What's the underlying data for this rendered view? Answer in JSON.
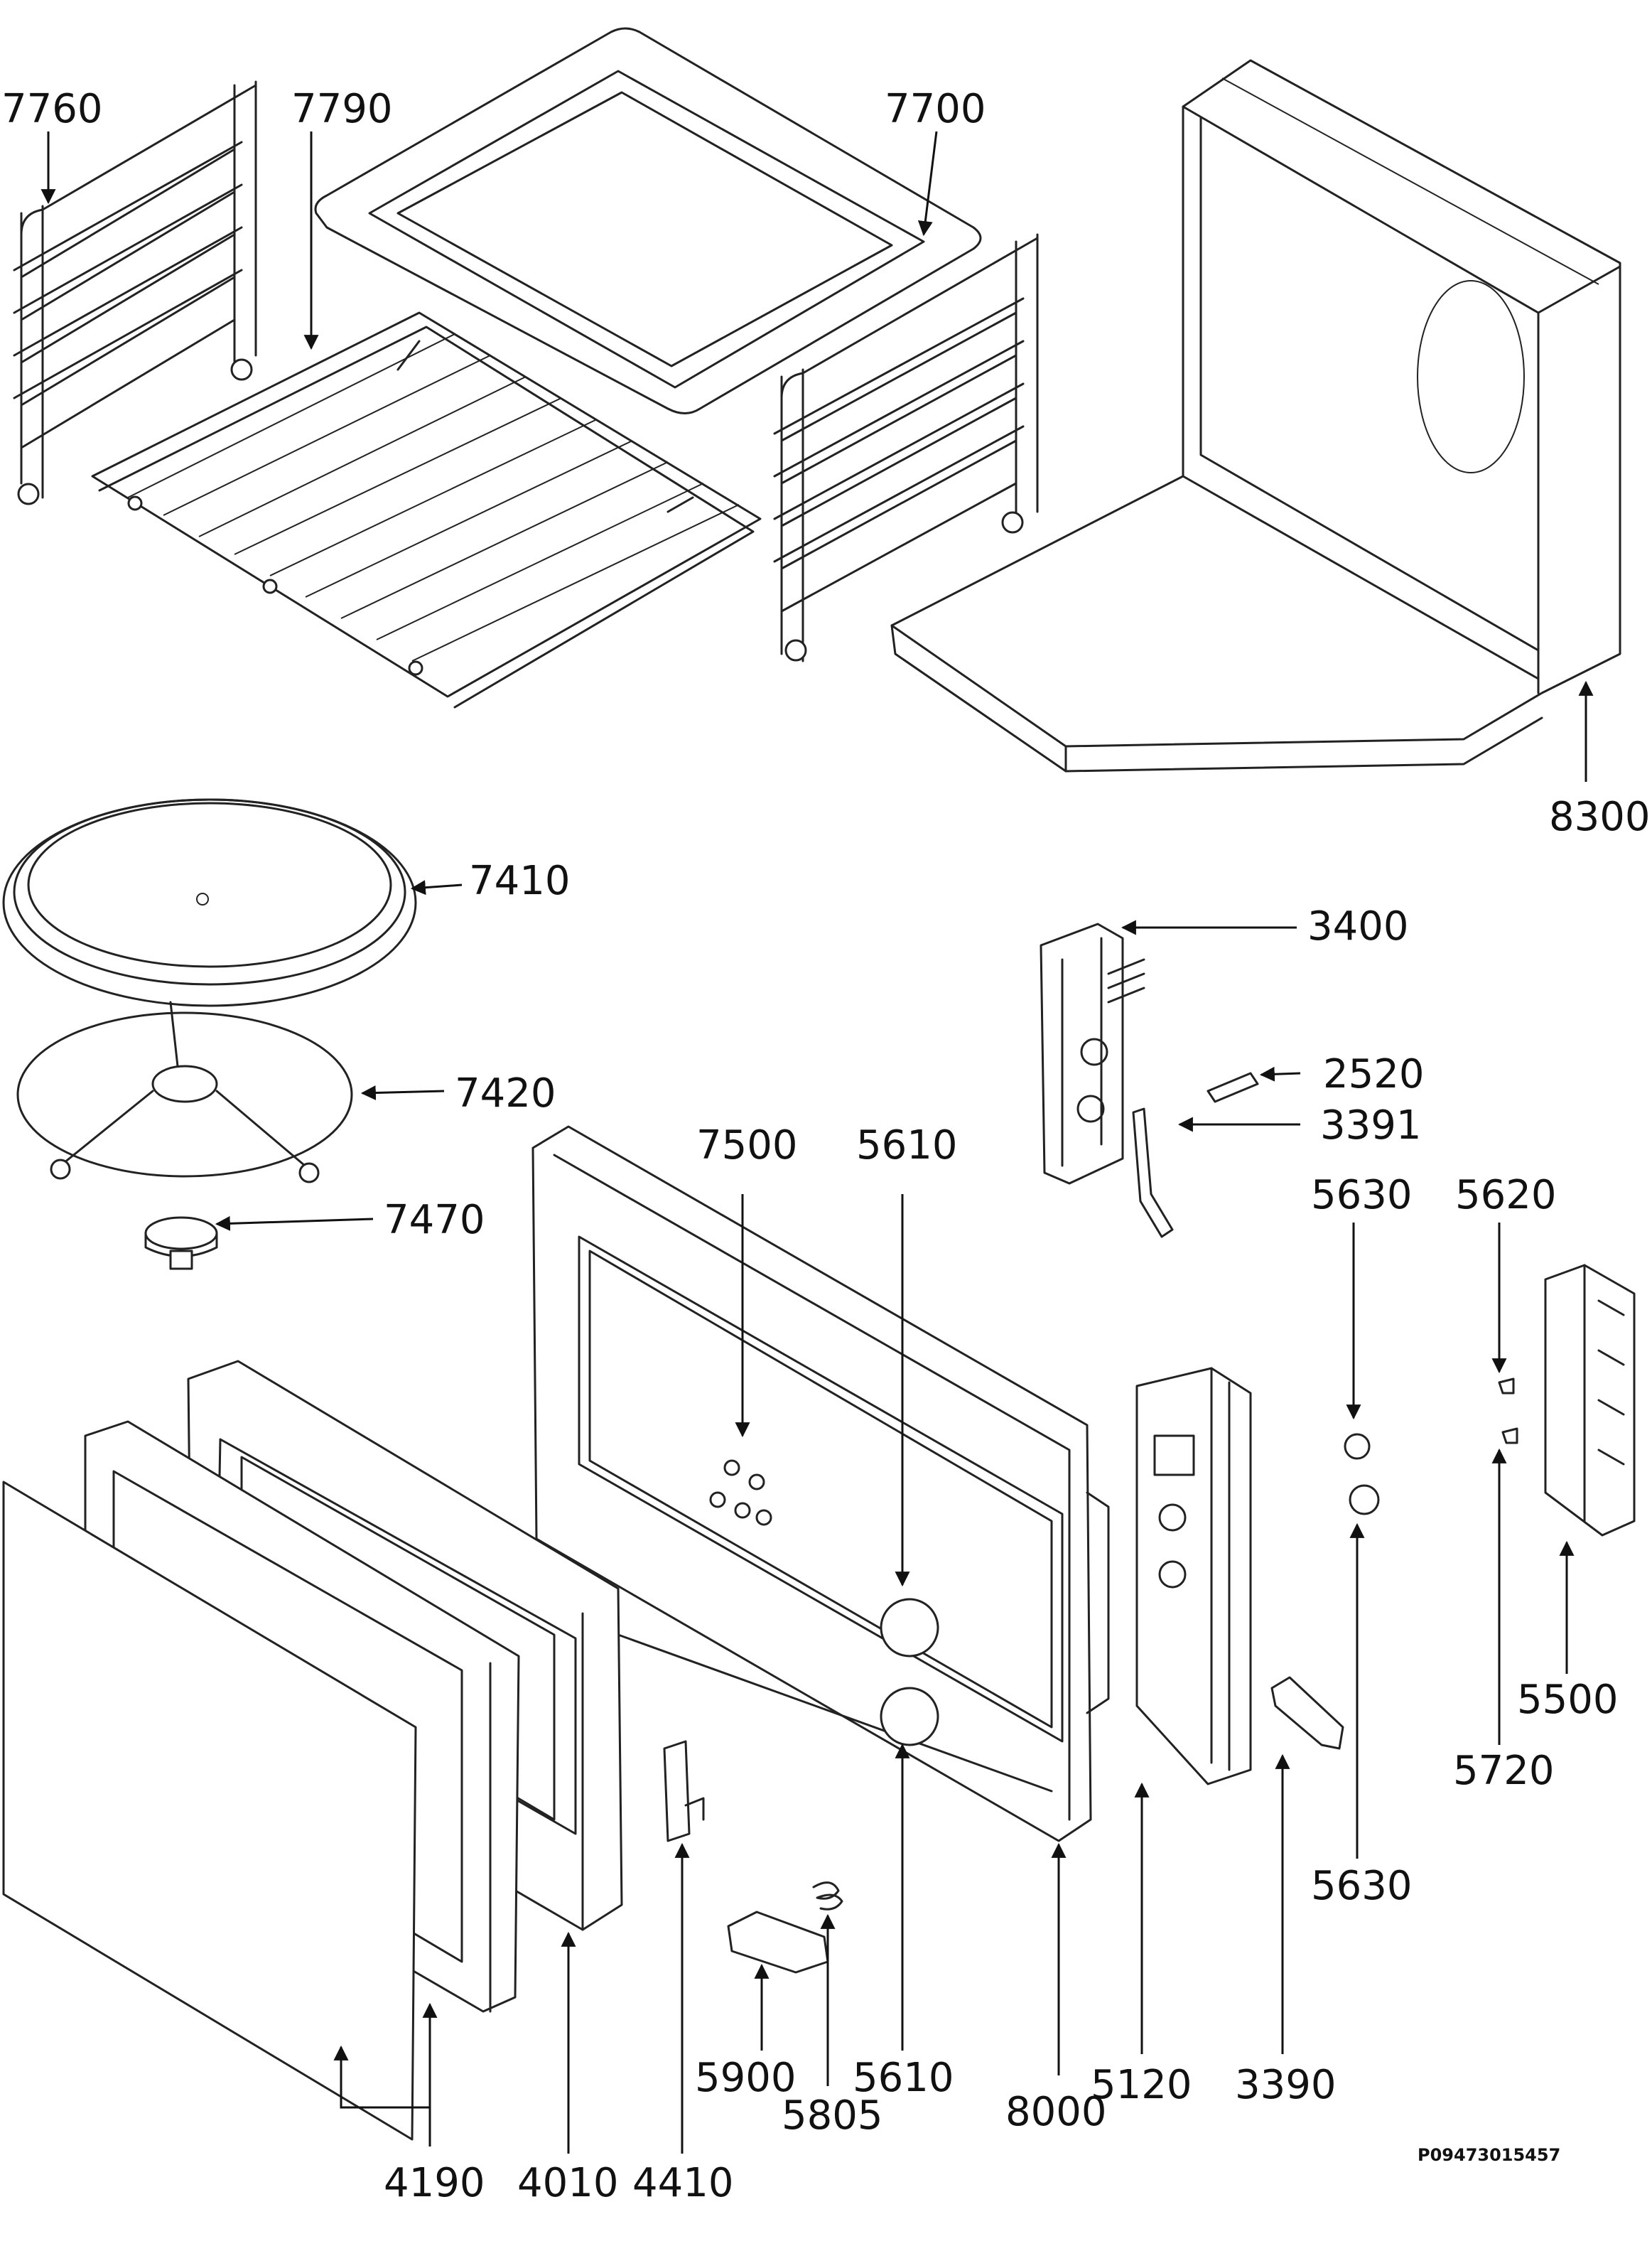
{
  "diagram": {
    "doc_id": "P09473015457",
    "labels": {
      "7760": "7760",
      "7790": "7790",
      "7700": "7700",
      "8300": "8300",
      "7410": "7410",
      "7420": "7420",
      "7470": "7470",
      "3400": "3400",
      "2520": "2520",
      "3391": "3391",
      "7500": "7500",
      "5610a": "5610",
      "5630a": "5630",
      "5620": "5620",
      "5500": "5500",
      "5720": "5720",
      "5630b": "5630",
      "5900": "5900",
      "5805": "5805",
      "5610b": "5610",
      "8000": "8000",
      "5120": "5120",
      "3390": "3390",
      "4190": "4190",
      "4010": "4010",
      "4410": "4410"
    }
  }
}
